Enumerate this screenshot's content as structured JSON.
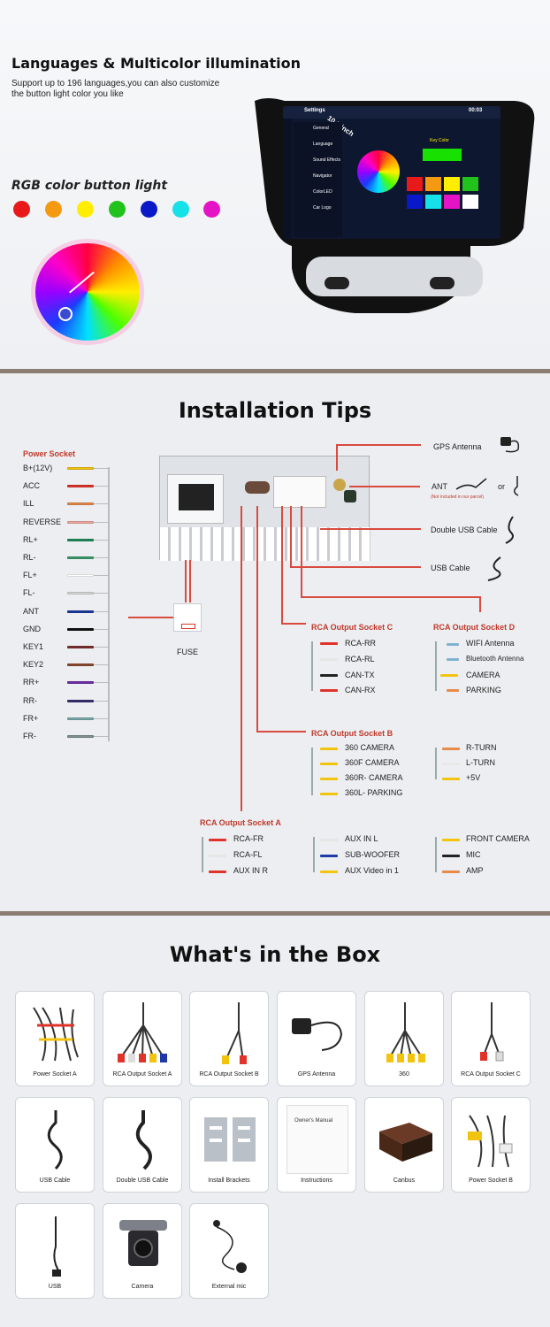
{
  "section1": {
    "title": "Languages & Multicolor illumination",
    "subtitle": "Support up to 196 languages,you can also customize the button light color you like",
    "rgb_label": "RGB color button light",
    "colors": [
      "#e8191a",
      "#f39a12",
      "#ffee00",
      "#22c21d",
      "#0a19c8",
      "#16e0e8",
      "#e414c6"
    ],
    "screen": {
      "header": "Settings",
      "time": "00:03",
      "size_label": "10.1 inch",
      "key_color_label": "Key Color",
      "menu": [
        "General",
        "Language",
        "Sound Effects",
        "Navigator",
        "ColorLED",
        "Car Logo"
      ]
    }
  },
  "section2": {
    "title": "Installation Tips",
    "power_socket": {
      "title": "Power Socket",
      "pins": [
        {
          "label": "B+(12V)",
          "color": "#f2c40f"
        },
        {
          "label": "ACC",
          "color": "#e0332a"
        },
        {
          "label": "ILL",
          "color": "#e88a4a"
        },
        {
          "label": "REVERSE",
          "color": "#f0a7a0"
        },
        {
          "label": "RL+",
          "color": "#1f8a5b"
        },
        {
          "label": "RL-",
          "color": "#3c9a6a"
        },
        {
          "label": "FL+",
          "color": "#ffffff"
        },
        {
          "label": "FL-",
          "color": "#d7d7d7"
        },
        {
          "label": "ANT",
          "color": "#1b3a9c"
        },
        {
          "label": "GND",
          "color": "#111111"
        },
        {
          "label": "KEY1",
          "color": "#7a2f2f"
        },
        {
          "label": "KEY2",
          "color": "#8a4a2f"
        },
        {
          "label": "RR+",
          "color": "#6f2fa8"
        },
        {
          "label": "RR-",
          "color": "#3a2f6f"
        },
        {
          "label": "FR+",
          "color": "#7aa8a8"
        },
        {
          "label": "FR-",
          "color": "#7d8f8f"
        }
      ]
    },
    "fuse": "FUSE",
    "gps": "GPS Antenna",
    "ant": "ANT",
    "ant_note": "(Not included in our parcel)",
    "ant_or": "or",
    "double_usb": "Double USB Cable",
    "usb": "USB Cable",
    "socket_c": {
      "title": "RCA Output Socket C",
      "items": [
        "RCA-RR",
        "RCA-RL",
        "CAN-TX",
        "CAN-RX"
      ]
    },
    "socket_d": {
      "title": "RCA Output Socket D",
      "items": [
        "WIFI Antenna",
        "Bluetooth Antenna",
        "CAMERA",
        "PARKING"
      ]
    },
    "socket_b": {
      "title": "RCA Output Socket B",
      "items": [
        "360 CAMERA",
        "360F CAMERA",
        "360R- CAMERA",
        "360L- PARKING"
      ],
      "extra": [
        "R-TURN",
        "L-TURN",
        "+5V"
      ]
    },
    "socket_a": {
      "title": "RCA Output Socket A",
      "items": [
        "RCA-FR",
        "RCA-FL",
        "AUX IN R"
      ],
      "mid": [
        "AUX IN L",
        "SUB-WOOFER",
        "AUX Video in 1"
      ],
      "right": [
        "FRONT CAMERA",
        "MIC",
        "AMP"
      ]
    }
  },
  "section3": {
    "title": "What's in the Box",
    "items": [
      "Power Socket A",
      "RCA Output Socket A",
      "RCA Output Socket B",
      "GPS Antenna",
      "360",
      "RCA Output Socket C",
      "USB Cable",
      "Double USB Cable",
      "Install Brackets",
      "Instructions",
      "Canbus",
      "Power Socket B",
      "USB",
      "Camera",
      "External mic"
    ],
    "manual_title": "Owner's Manual"
  }
}
